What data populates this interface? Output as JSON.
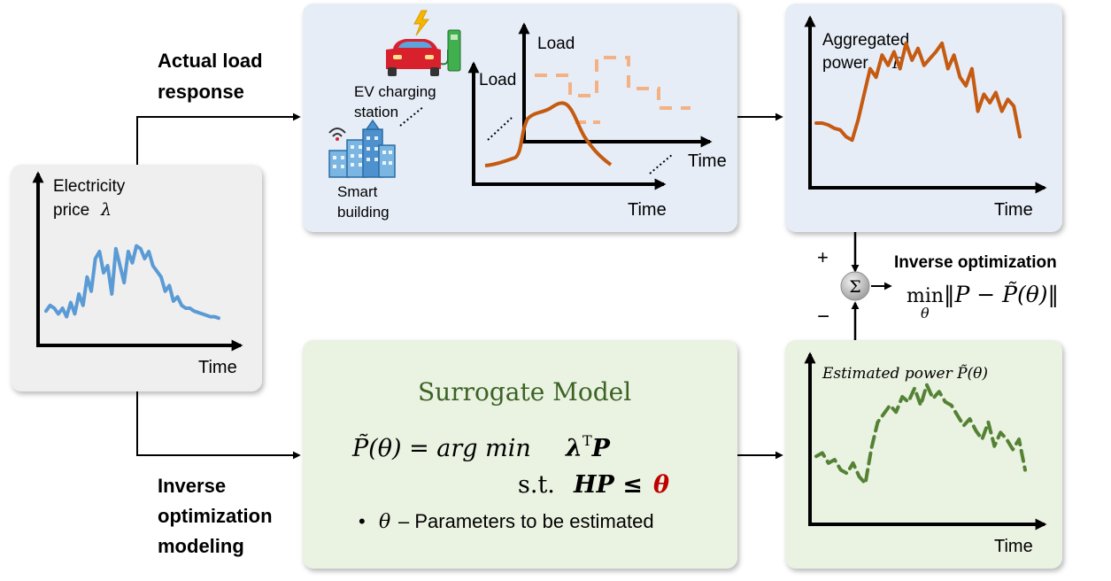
{
  "colors": {
    "price_panel": "#efefef",
    "actual_panel": "#e6edf7",
    "model_panel": "#eaf2e1",
    "price_curve": "#5b9bd5",
    "load_curve": "#c55a11",
    "load_dashed": "#f4b183",
    "estimate_curve": "#548235",
    "title_green": "#3b6324",
    "theta_red": "#c00000"
  },
  "price_panel": {
    "ylabel_line1": "Electricity",
    "ylabel_line2": "price",
    "lambda_symbol": "λ",
    "xlabel": "Time"
  },
  "actual_load": {
    "branch_label_line1": "Actual load",
    "branch_label_line2": "response",
    "ev_label_line1": "EV charging",
    "ev_label_line2": "station",
    "building_label_line1": "Smart",
    "building_label_line2": "building",
    "front_ylabel": "Load",
    "front_xlabel": "Time",
    "back_ylabel": "Load",
    "back_xlabel": "Time"
  },
  "aggregated": {
    "ylabel_line1": "Aggregated",
    "ylabel_line2": "power",
    "p_symbol": "P",
    "xlabel": "Time"
  },
  "inverse_opt": {
    "title": "Inverse optimization",
    "plus": "+",
    "minus": "−",
    "sigma": "Σ",
    "min_word": "min",
    "min_sub": "θ",
    "norm_expr": "‖P − P̃(θ)‖"
  },
  "modeling": {
    "branch_label_line1": "Inverse",
    "branch_label_line2": "optimization",
    "branch_label_line3": "modeling"
  },
  "surrogate": {
    "title": "Surrogate Model",
    "eq_lhs": "P̃(θ) = arg min",
    "eq_objective": "λ",
    "eq_objective_sup": "T",
    "eq_objective_var": "P",
    "eq_st": "s.t.",
    "eq_constraint": "HP ≤",
    "eq_theta": "θ",
    "bullet": "•",
    "bullet_symbol": "θ",
    "bullet_text": "– Parameters to be estimated"
  },
  "estimated": {
    "ylabel": "Estimated power P̃(θ)",
    "xlabel": "Time"
  },
  "chart_data": [
    {
      "type": "line",
      "name": "electricity-price",
      "x": [
        0,
        1,
        2,
        3,
        4,
        5,
        6,
        7,
        8,
        9,
        10,
        11,
        12,
        13,
        14,
        15,
        16,
        17,
        18,
        19,
        20,
        21,
        22,
        23,
        24,
        25,
        26,
        27,
        28,
        29,
        30,
        31,
        32,
        33,
        34,
        35,
        36,
        37,
        38,
        39,
        40,
        41,
        42
      ],
      "values": [
        0.18,
        0.22,
        0.2,
        0.16,
        0.2,
        0.14,
        0.24,
        0.16,
        0.3,
        0.22,
        0.42,
        0.32,
        0.55,
        0.6,
        0.45,
        0.5,
        0.3,
        0.62,
        0.5,
        0.38,
        0.6,
        0.52,
        0.64,
        0.62,
        0.55,
        0.6,
        0.5,
        0.46,
        0.42,
        0.32,
        0.36,
        0.25,
        0.28,
        0.22,
        0.2,
        0.2,
        0.18,
        0.17,
        0.16,
        0.15,
        0.14,
        0.14,
        0.13
      ],
      "ylim": [
        0,
        1
      ],
      "xlabel": "Time"
    },
    {
      "type": "line",
      "name": "aggregated-power",
      "x": [
        0,
        1,
        2,
        3,
        4,
        5,
        6,
        7,
        8,
        9,
        10,
        11,
        12,
        13,
        14,
        15,
        16,
        17,
        18,
        19,
        20,
        21,
        22,
        23,
        24,
        25,
        26,
        27,
        28,
        29,
        30,
        31,
        32,
        33,
        34
      ],
      "values": [
        0.38,
        0.38,
        0.37,
        0.35,
        0.34,
        0.3,
        0.28,
        0.4,
        0.55,
        0.7,
        0.65,
        0.78,
        0.72,
        0.8,
        0.7,
        0.85,
        0.75,
        0.82,
        0.72,
        0.76,
        0.8,
        0.85,
        0.7,
        0.78,
        0.65,
        0.6,
        0.7,
        0.45,
        0.55,
        0.5,
        0.56,
        0.45,
        0.52,
        0.48,
        0.3
      ],
      "ylim": [
        0,
        1
      ],
      "xlabel": "Time"
    },
    {
      "type": "line",
      "name": "estimated-power",
      "x": [
        0,
        1,
        2,
        3,
        4,
        5,
        6,
        7,
        8,
        9,
        10,
        11,
        12,
        13,
        14,
        15,
        16,
        17,
        18,
        19,
        20,
        21,
        22,
        23,
        24,
        25,
        26,
        27,
        28,
        29,
        30,
        31,
        32,
        33,
        34
      ],
      "values": [
        0.4,
        0.42,
        0.36,
        0.38,
        0.32,
        0.3,
        0.36,
        0.28,
        0.24,
        0.45,
        0.6,
        0.65,
        0.7,
        0.66,
        0.75,
        0.72,
        0.8,
        0.7,
        0.82,
        0.74,
        0.78,
        0.72,
        0.7,
        0.64,
        0.58,
        0.62,
        0.55,
        0.5,
        0.6,
        0.46,
        0.54,
        0.5,
        0.44,
        0.5,
        0.32
      ],
      "ylim": [
        0,
        1
      ],
      "xlabel": "Time"
    }
  ]
}
